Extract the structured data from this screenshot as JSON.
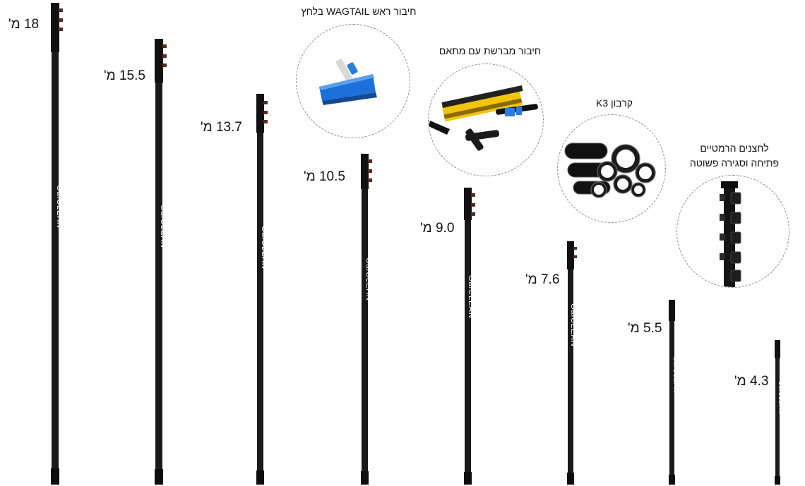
{
  "poles": [
    {
      "id": "pole-18",
      "length_label": "18 מ'",
      "brand": "GalCLEAN"
    },
    {
      "id": "pole-15-5",
      "length_label": "15.5 מ'",
      "brand": "GalCLEAN"
    },
    {
      "id": "pole-13-7",
      "length_label": "13.7 מ'",
      "brand": "GalCLEAN"
    },
    {
      "id": "pole-10-5",
      "length_label": "10.5 מ'",
      "brand": "GalCLEAN"
    },
    {
      "id": "pole-9-0",
      "length_label": "9.0 מ'",
      "brand": "GalCLEAN"
    },
    {
      "id": "pole-7-6",
      "length_label": "7.6 מ'",
      "brand": "GalCLEAN"
    },
    {
      "id": "pole-5-5",
      "length_label": "5.5 מ'",
      "brand": "GalCLEAN"
    },
    {
      "id": "pole-4-3",
      "length_label": "4.3 מ'",
      "brand": "GalCLEAN"
    }
  ],
  "features": {
    "wagtail": {
      "title": "חיבור ראש WAGTAIL בלחץ",
      "icon": "squeegee-head-icon"
    },
    "brush": {
      "title": "חיבור מברשת עם מתאם",
      "icon": "brush-adapter-icon"
    },
    "carbon": {
      "title": "קרבון K3",
      "icon": "carbon-tubes-icon"
    },
    "clamps": {
      "title_line1": "לחצנים הרמטיים",
      "title_line2": "פתיחה וסגירה פשוטה",
      "icon": "clamp-detail-icon"
    }
  },
  "colors": {
    "pole": "#1a1a1a",
    "brush_bristles": "#f2c40c",
    "squeegee_blue": "#1e6fd9",
    "adapter_blue": "#2a7de1"
  }
}
